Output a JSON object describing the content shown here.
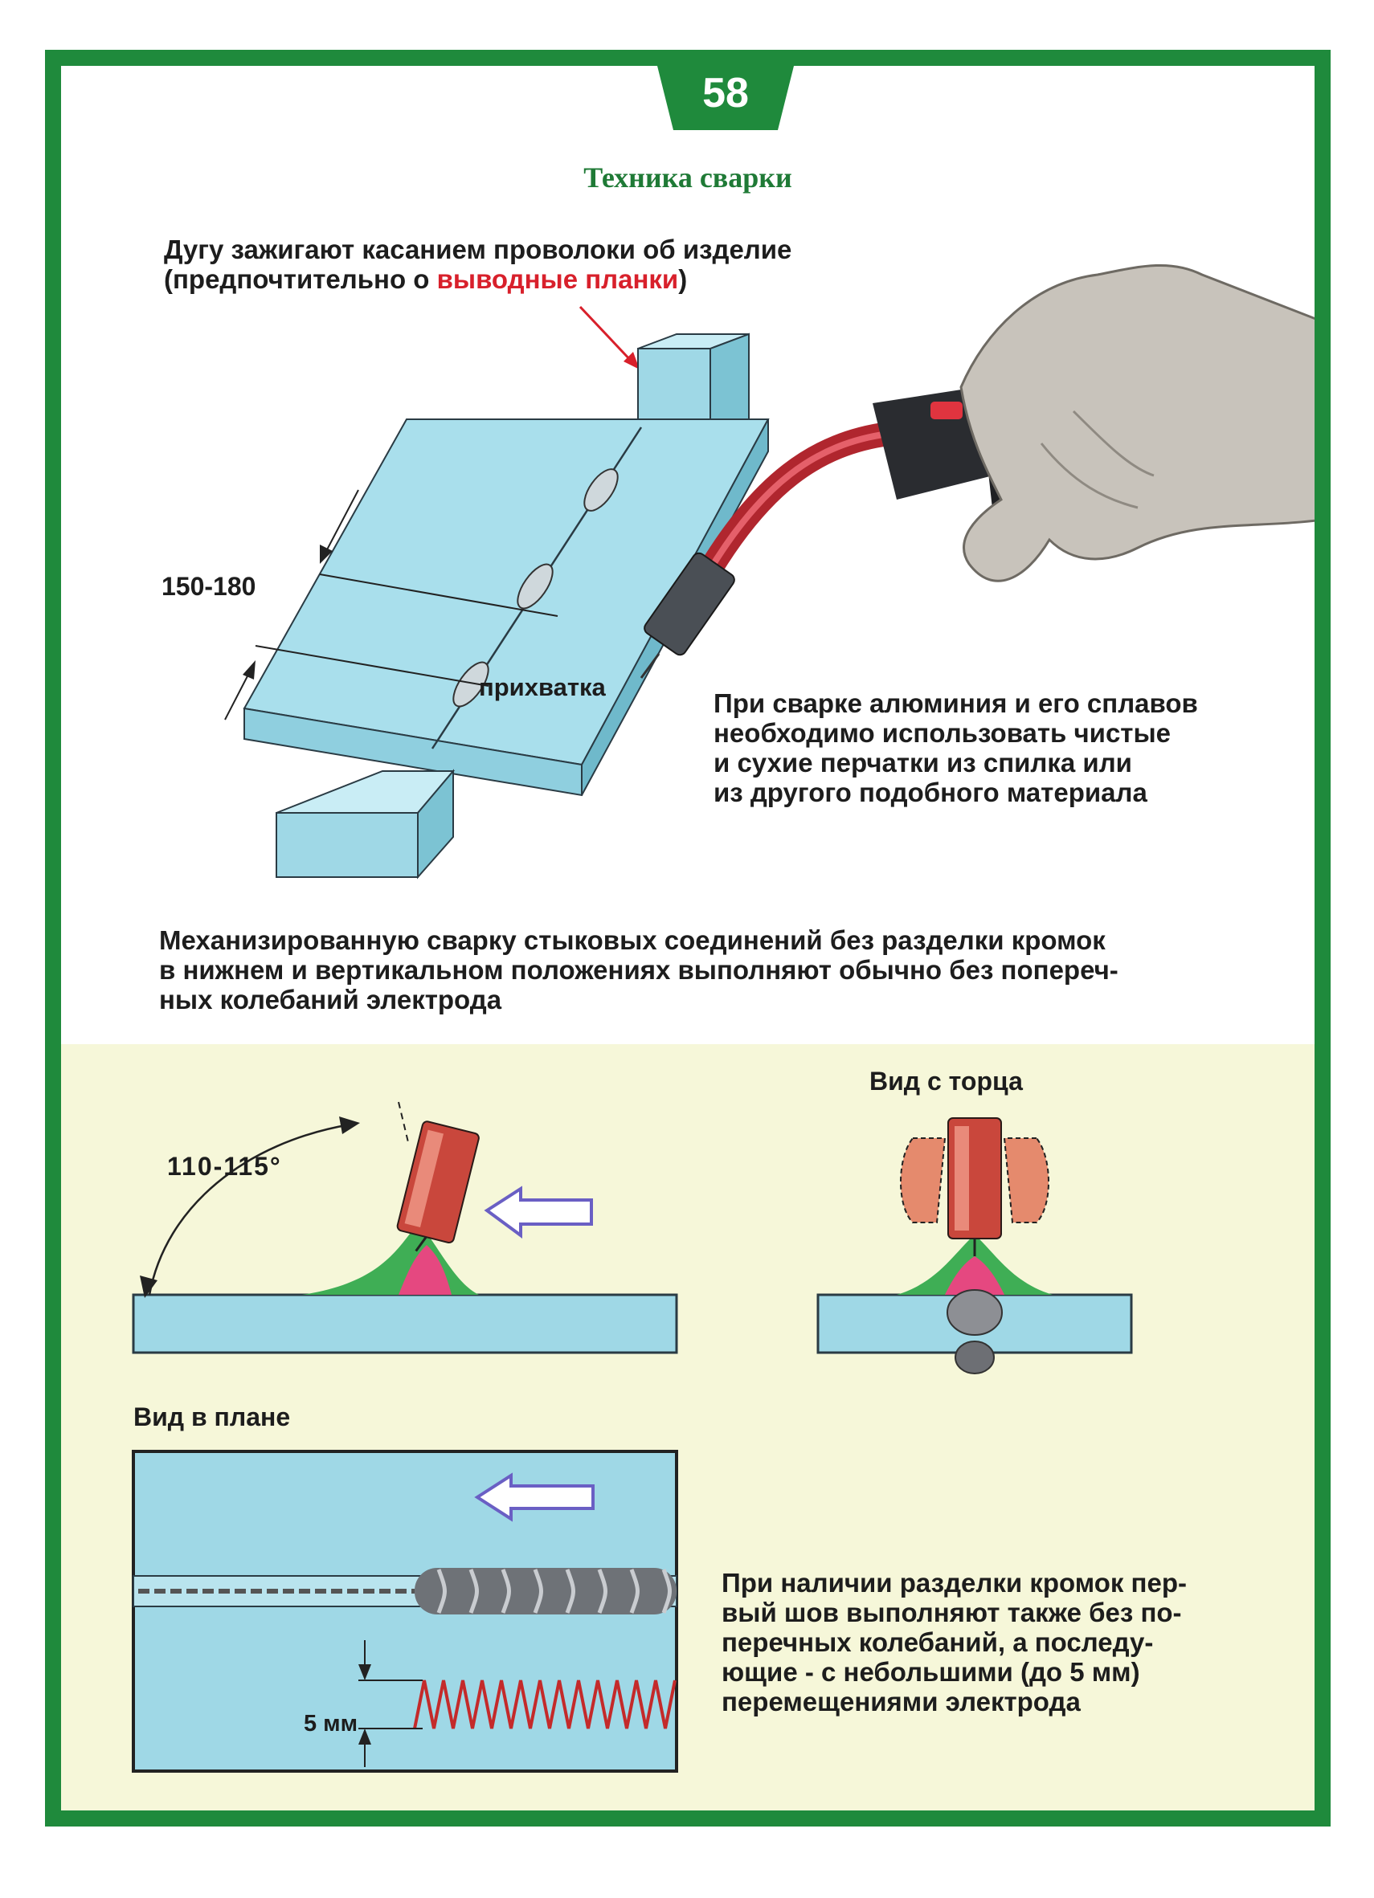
{
  "page": {
    "number": "58",
    "title": "Техника  сварки"
  },
  "top_note": {
    "line1": "Дугу зажигают касанием проволоки об изделие",
    "line2_prefix": "(предпочтительно о ",
    "line2_highlight": "выводные планки",
    "line2_suffix": ")"
  },
  "labels": {
    "distance": "150-180",
    "tack": "прихватка",
    "angle": "110-115°",
    "end_view": "Вид с торца",
    "plan_view": "Вид в плане",
    "amplitude": "5 мм"
  },
  "aluminium_note": {
    "lines": [
      "При сварке алюминия и его сплавов",
      "необходимо использовать чистые",
      "и сухие перчатки из спилка или",
      "из другого подобного материала"
    ]
  },
  "butt_note": {
    "lines": [
      "Механизированную сварку стыковых соединений без разделки кромок",
      "в нижнем и вертикальном положениях выполняют обычно без попереч-",
      "ных колебаний электрода"
    ]
  },
  "bevel_note": {
    "lines": [
      "При наличии разделки кромок пер-",
      "вый шов выполняют также без по-",
      "перечных колебаний, а последу-",
      "ющие - с небольшими (до 5 мм)",
      "перемещениями электрода"
    ]
  },
  "colors": {
    "frame": "#1f8a3c",
    "plate": "#9fd8e6",
    "highlight": "#d8202b",
    "arrow": "#6a5fc4"
  }
}
